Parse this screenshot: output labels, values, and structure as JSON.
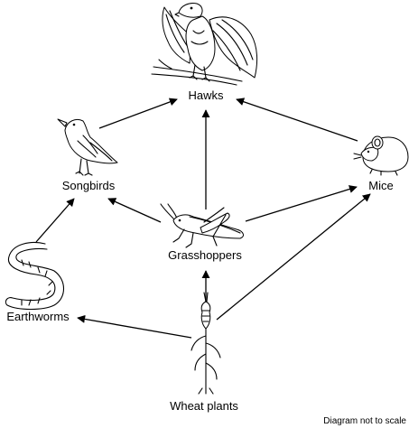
{
  "nodes": {
    "hawks": "Hawks",
    "songbirds": "Songbirds",
    "mice": "Mice",
    "grasshoppers": "Grasshoppers",
    "earthworms": "Earthworms",
    "wheat": "Wheat plants"
  },
  "note": "Diagram not to scale",
  "icons": {
    "hawks": "hawk-icon",
    "songbirds": "songbird-icon",
    "mice": "mouse-icon",
    "grasshoppers": "grasshopper-icon",
    "earthworms": "earthworm-icon",
    "wheat": "wheat-plant-icon"
  },
  "edges": [
    {
      "from": "Songbirds",
      "to": "Hawks"
    },
    {
      "from": "Grasshoppers",
      "to": "Hawks"
    },
    {
      "from": "Mice",
      "to": "Hawks"
    },
    {
      "from": "Grasshoppers",
      "to": "Songbirds"
    },
    {
      "from": "Grasshoppers",
      "to": "Mice"
    },
    {
      "from": "Earthworms",
      "to": "Songbirds"
    },
    {
      "from": "Wheat plants",
      "to": "Grasshoppers"
    },
    {
      "from": "Wheat plants",
      "to": "Mice"
    },
    {
      "from": "Wheat plants",
      "to": "Earthworms"
    }
  ]
}
